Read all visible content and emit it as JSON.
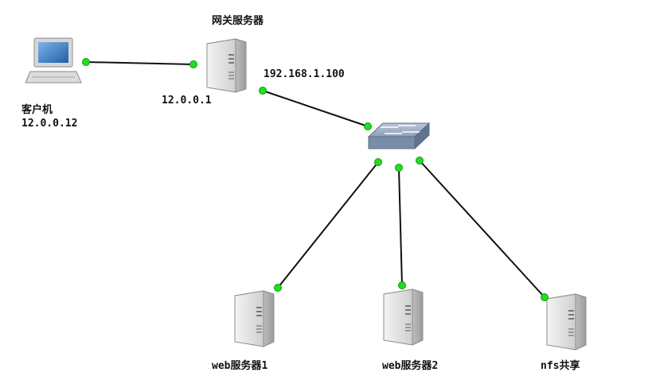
{
  "title": "网关服务器",
  "nodes": {
    "client": {
      "name": "客户机",
      "ip": "12.0.0.12",
      "icon": "laptop-icon"
    },
    "gateway": {
      "name": "网关服务器",
      "ip_external": "12.0.0.1",
      "ip_internal": "192.168.1.100",
      "icon": "server-icon"
    },
    "switch": {
      "icon": "switch-icon"
    },
    "web1": {
      "name": "web服务器1",
      "icon": "server-icon"
    },
    "web2": {
      "name": "web服务器2",
      "icon": "server-icon"
    },
    "nfs": {
      "name": "nfs共享",
      "icon": "server-icon"
    }
  },
  "colors": {
    "link": "#111111",
    "port_dot": "#22dd22",
    "server_body": "#e4e4e4",
    "switch_body": "#7a8da8"
  }
}
